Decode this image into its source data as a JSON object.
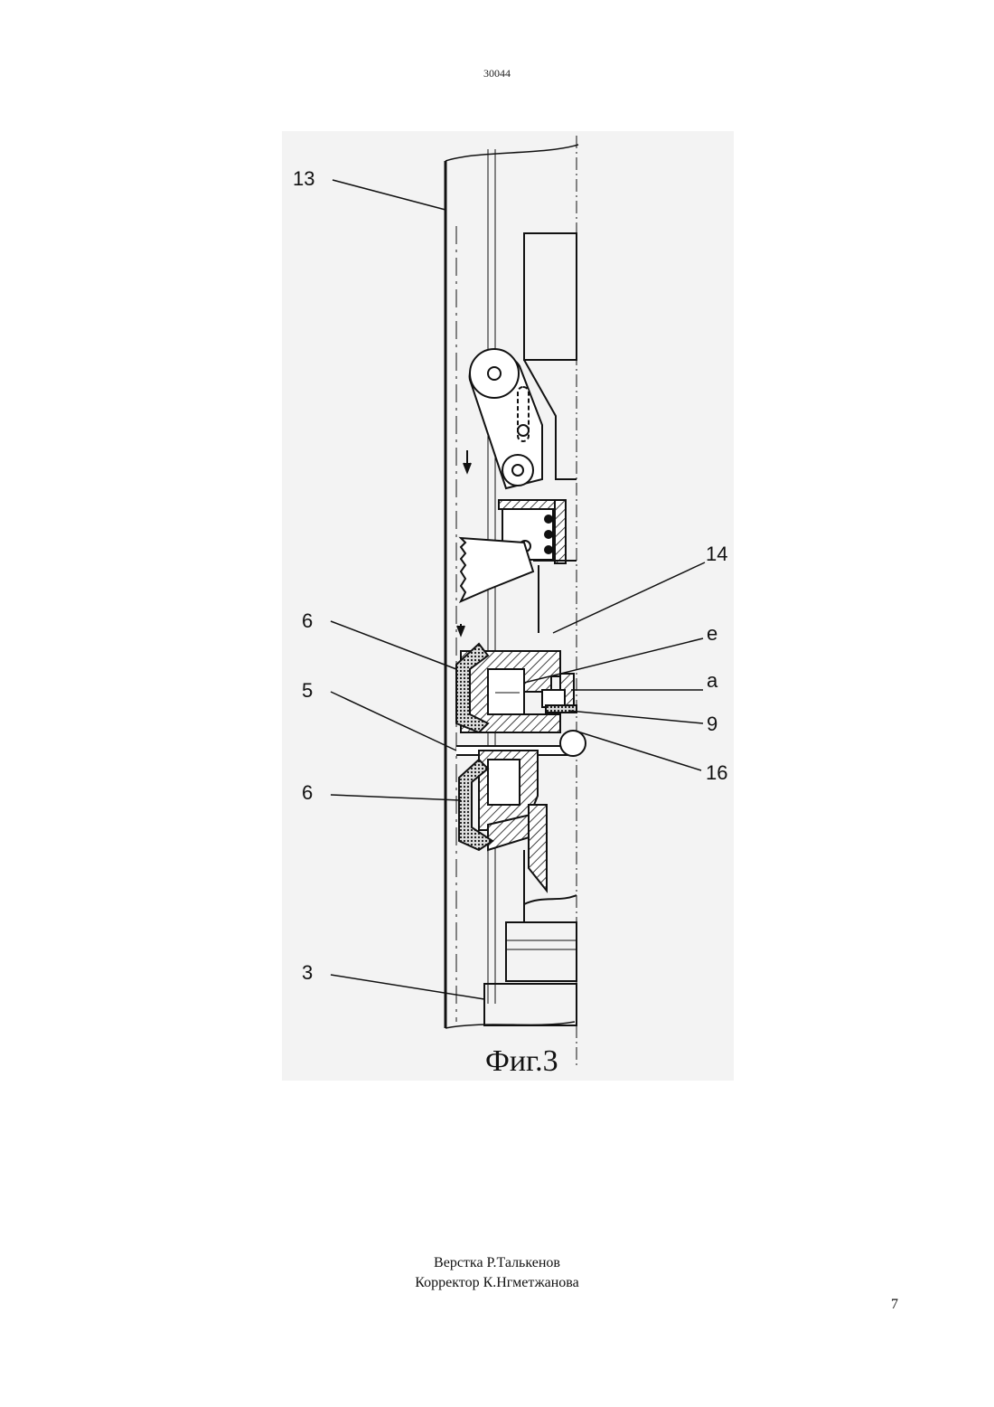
{
  "header": {
    "document_number": "30044"
  },
  "figure": {
    "caption": "Фиг.3",
    "callouts": {
      "c13": "13",
      "c14": "14",
      "c6_upper": "6",
      "c_e": "e",
      "c5": "5",
      "c_a": "a",
      "c9": "9",
      "c16": "16",
      "c6_lower": "6",
      "c3": "3"
    }
  },
  "footer": {
    "layout_credit": "Верстка Р.Талькенов",
    "proof_credit": "Корректор К.Нгметжанова",
    "page_number": "7"
  }
}
